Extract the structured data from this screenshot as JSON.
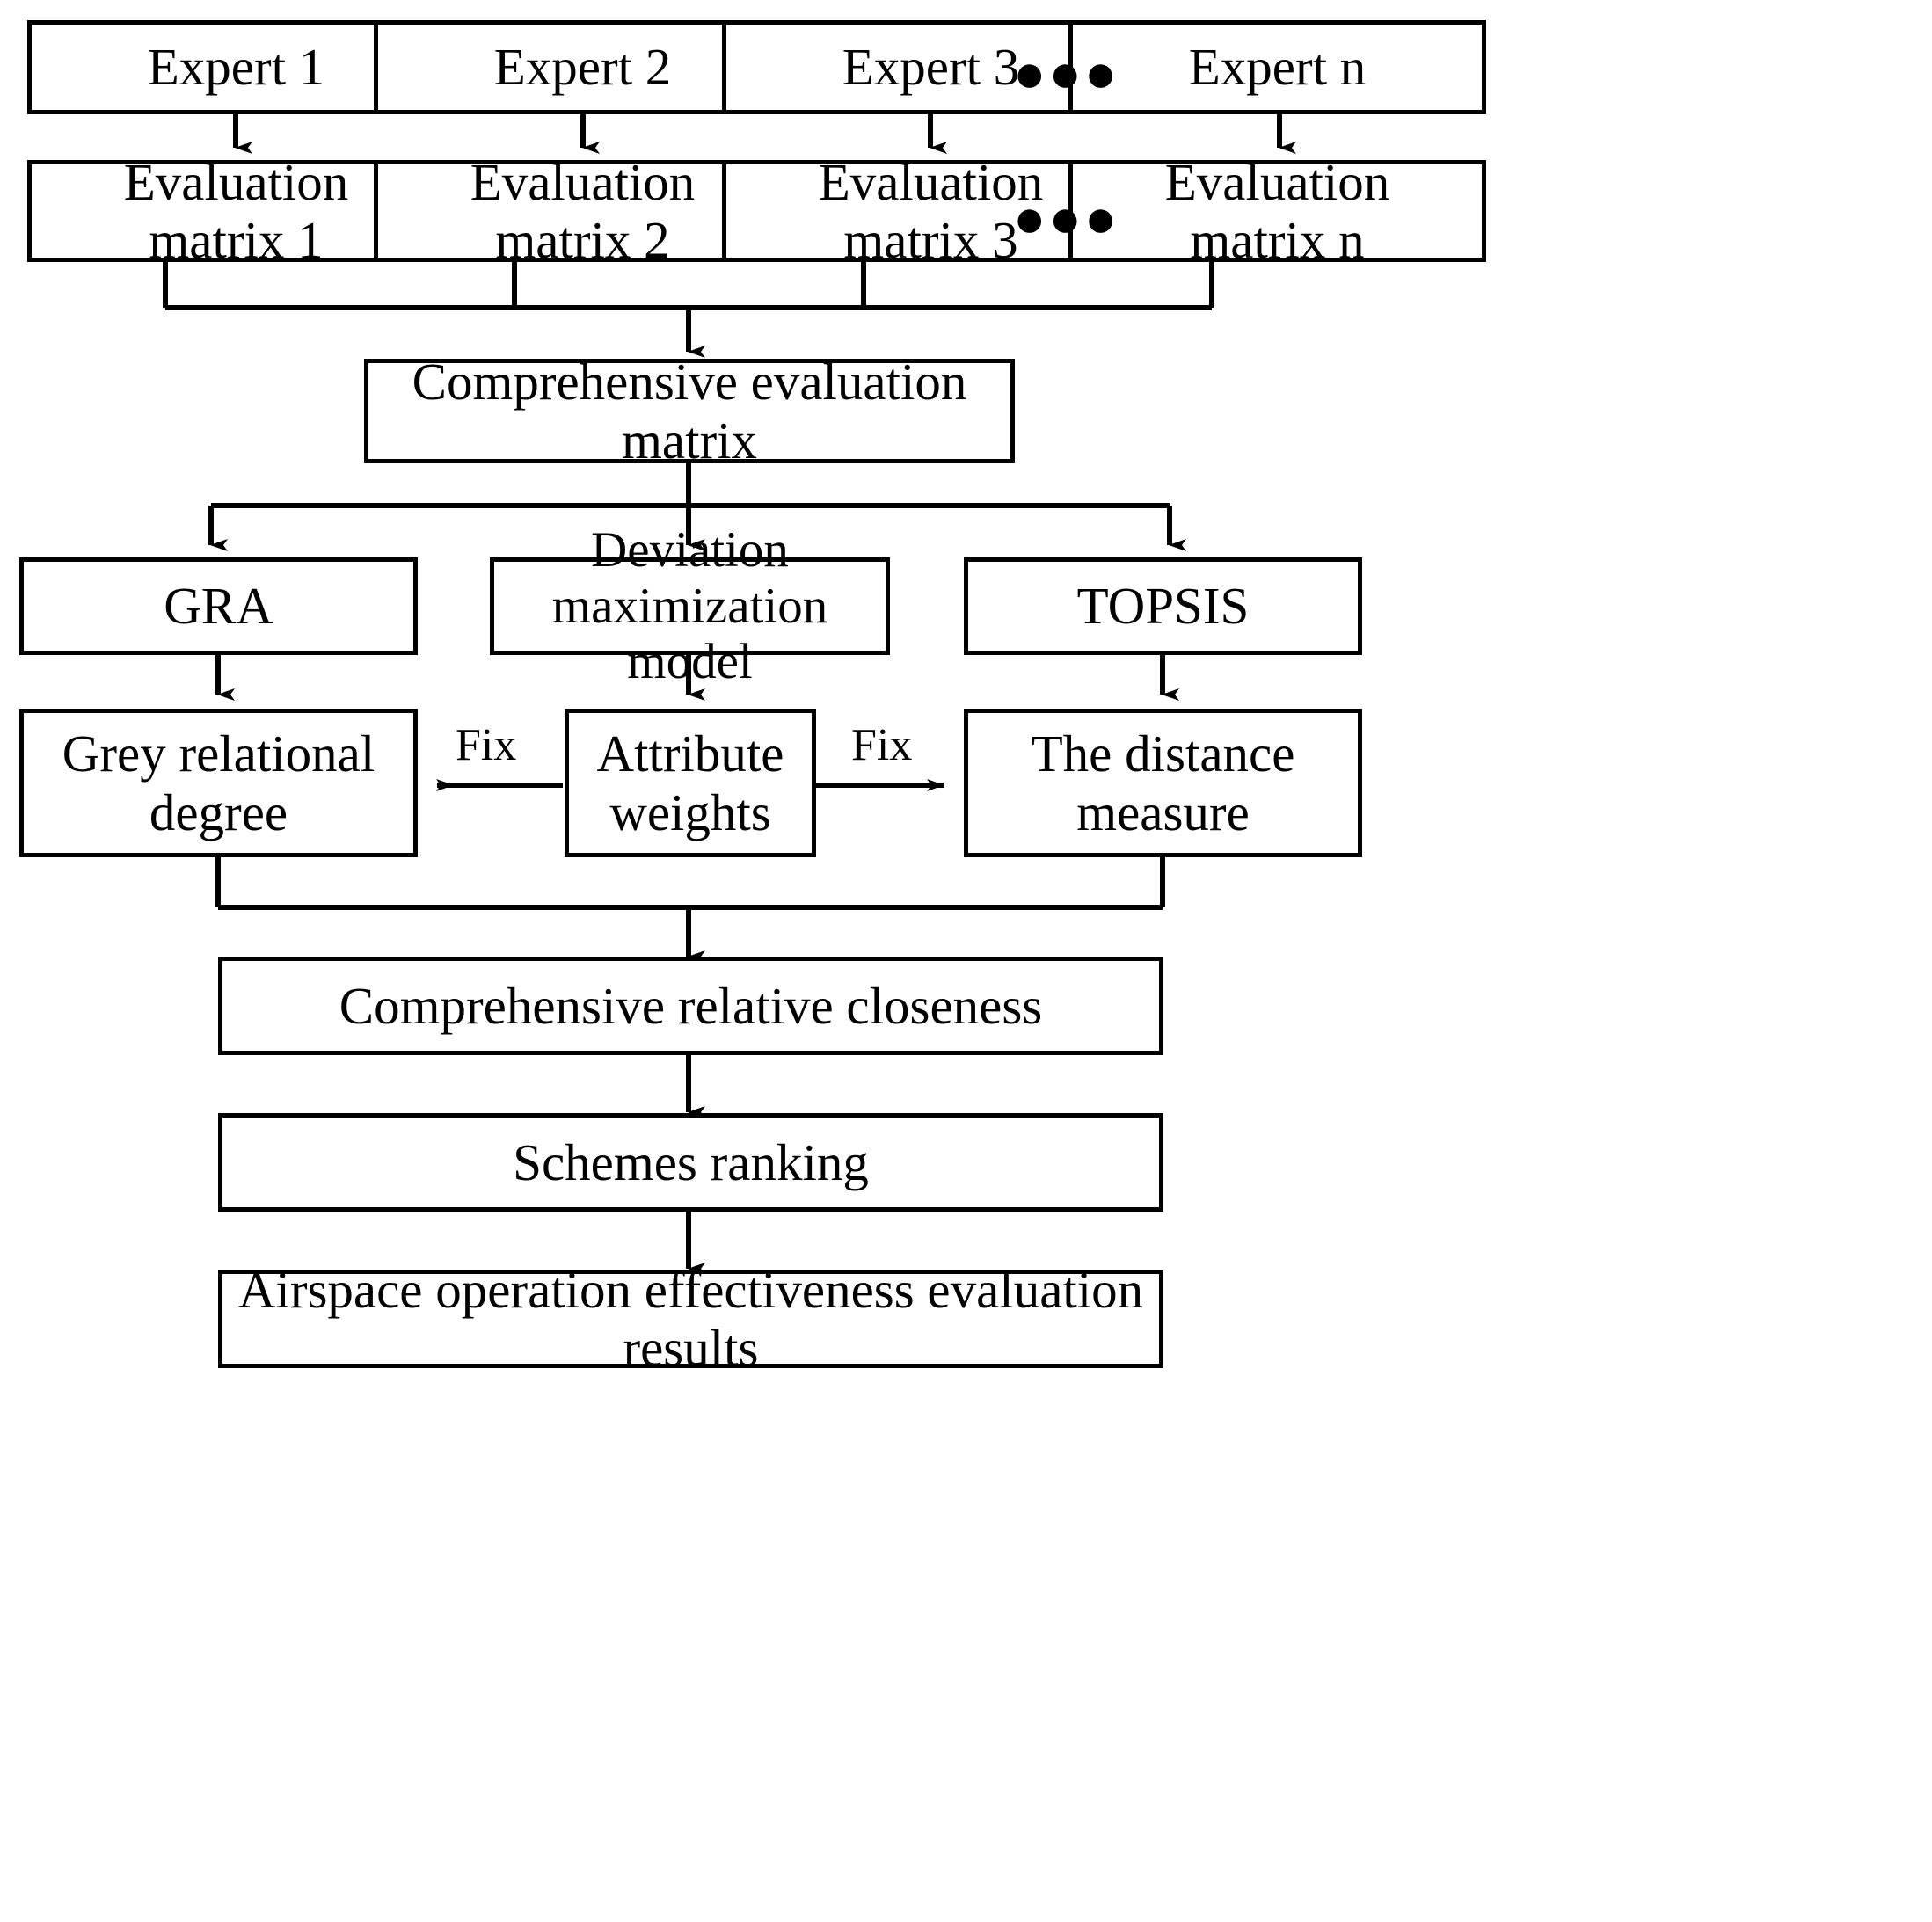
{
  "diagram": {
    "title": "Airspace operation effectiveness evaluation flowchart",
    "stroke_color": "#000000",
    "background_color": "#ffffff",
    "ellipsis_glyph": "●●●",
    "nodes": {
      "expert_1": "Expert 1",
      "expert_2": "Expert 2",
      "expert_3": "Expert 3",
      "expert_n": "Expert n",
      "matrix_1": "Evaluation\nmatrix 1",
      "matrix_2": "Evaluation\nmatrix 2",
      "matrix_3": "Evaluation\nmatrix 3",
      "matrix_n": "Evaluation\nmatrix n",
      "comprehensive_matrix": "Comprehensive evaluation matrix",
      "gra": "GRA",
      "deviation_model": "Deviation\nmaximization model",
      "topsis": "TOPSIS",
      "grey_relational_degree": "Grey relational\ndegree",
      "attribute_weights": "Attribute\nweights",
      "distance_measure": "The distance\nmeasure",
      "relative_closeness": "Comprehensive relative closeness",
      "schemes_ranking": "Schemes ranking",
      "final_results": "Airspace operation effectiveness evaluation results"
    },
    "edge_labels": {
      "fix_left": "Fix",
      "fix_right": "Fix"
    }
  }
}
